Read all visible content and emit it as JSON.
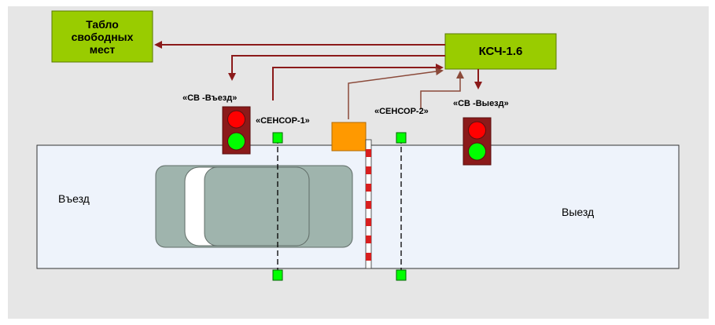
{
  "display_board": {
    "line1": "Табло",
    "line2": "свободных",
    "line3": "мест"
  },
  "controller": {
    "label": "КСЧ-1.6"
  },
  "traffic_light_entry": {
    "label": "«СВ -Въезд»"
  },
  "traffic_light_exit": {
    "label": "«СВ -Выезд»"
  },
  "sensor_1": {
    "label": "«СЕНСОР-1»"
  },
  "sensor_2": {
    "label": "«СЕНСОР-2»"
  },
  "road": {
    "entry_label": "Въезд",
    "exit_label": "Выезд"
  },
  "colors": {
    "background": "#e6e6e6",
    "road": "#eef3fb",
    "box_fill": "#99cc00",
    "arrow": "#8b1a1a",
    "barrier_motor": "#ff9900",
    "light_red": "#ff0000",
    "light_green": "#00ff00",
    "light_housing": "#8b1a1a",
    "sensor": "#00ff00",
    "car": "#9fb4ad"
  }
}
